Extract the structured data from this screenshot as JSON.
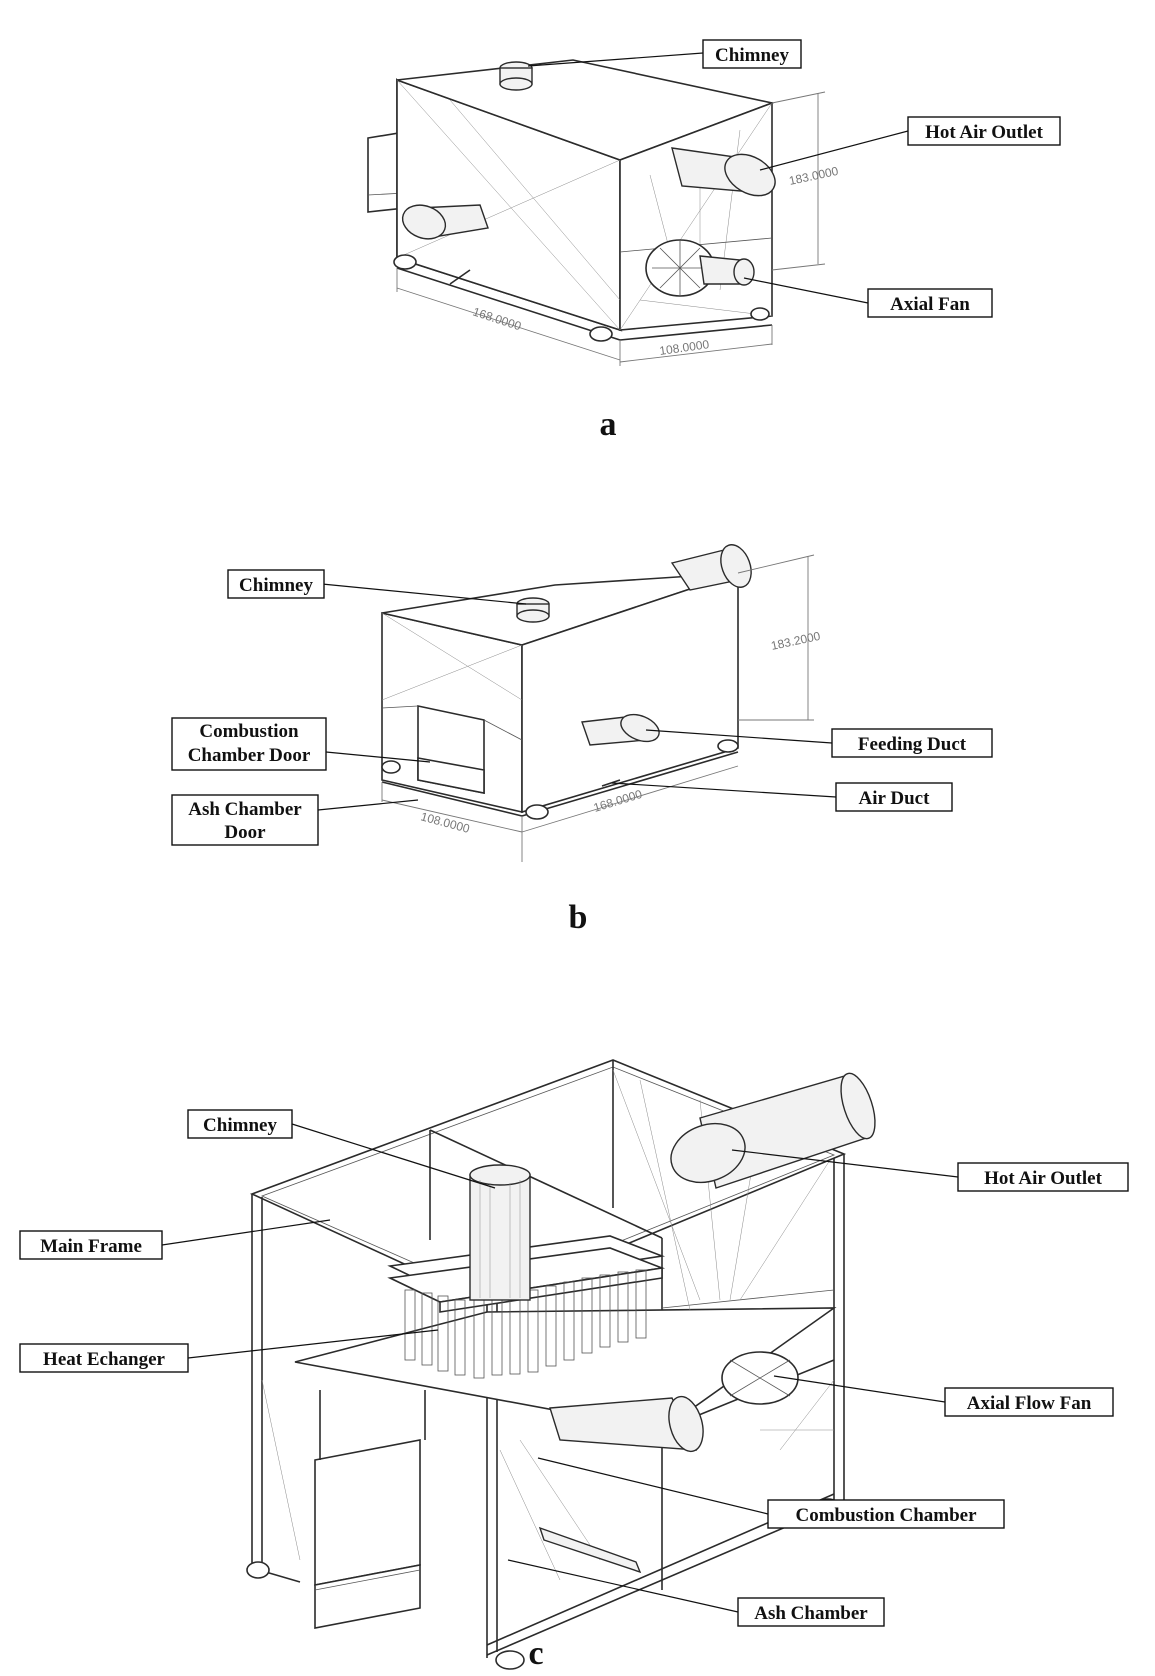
{
  "view_a": {
    "caption": "a",
    "labels": {
      "chimney": "Chimney",
      "hot_air_outlet": "Hot Air Outlet",
      "axial_fan": "Axial Fan"
    },
    "dimensions": {
      "length": "168.0000",
      "width": "108.0000",
      "height": "183.0000"
    }
  },
  "view_b": {
    "caption": "b",
    "labels": {
      "chimney": "Chimney",
      "combustion_chamber_door_line1": "Combustion",
      "combustion_chamber_door_line2": "Chamber Door",
      "ash_chamber_door_line1": "Ash Chamber",
      "ash_chamber_door_line2": "Door",
      "feeding_duct": "Feeding Duct",
      "air_duct": "Air Duct"
    },
    "dimensions": {
      "length": "168.0000",
      "width": "108.0000",
      "height": "183.2000"
    }
  },
  "view_c": {
    "caption": "c",
    "labels": {
      "chimney": "Chimney",
      "hot_air_outlet": "Hot Air Outlet",
      "main_frame": "Main Frame",
      "heat_exchanger": "Heat Echanger",
      "axial_flow_fan": "Axial Flow Fan",
      "combustion_chamber": "Combustion Chamber",
      "ash_chamber": "Ash Chamber"
    }
  }
}
